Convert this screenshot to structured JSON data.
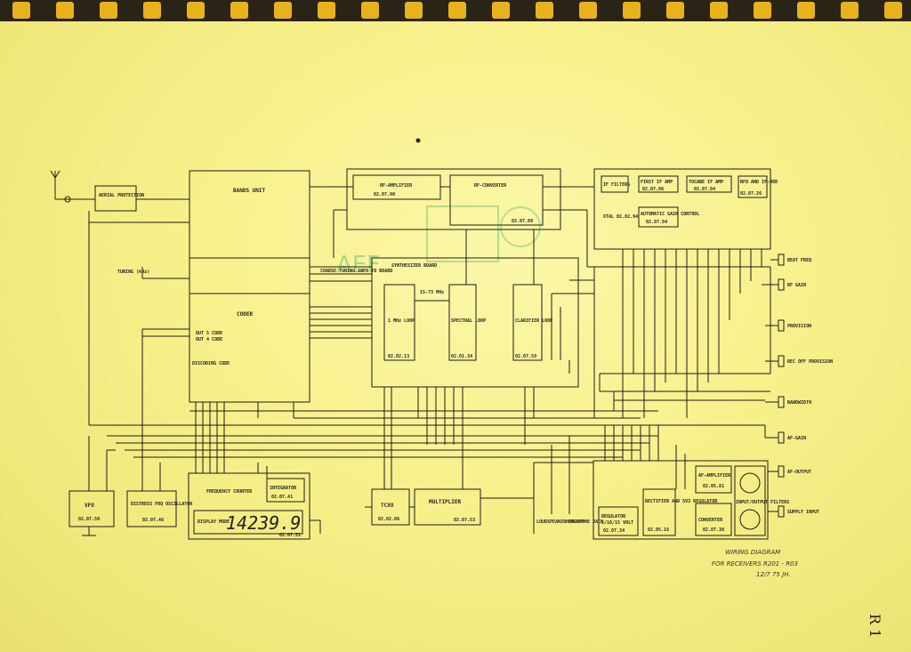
{
  "page": {
    "paper_color": "#f7f08a",
    "ink_color": "#1c1c1c",
    "stamp_color": "#6fbf7a",
    "binding_color": "#e8b21d",
    "page_label": "R 1"
  },
  "caption": {
    "line1": "WIRING DIAGRAM",
    "line2": "FOR RECEIVERS R201 - R03",
    "date": "12/7 75 JH."
  },
  "stamp": {
    "text": "AEF"
  },
  "blocks": {
    "aerial_protection": {
      "label": "AERIAL PROTECTION"
    },
    "bands_unit": {
      "label": "BANDS UNIT"
    },
    "coder": {
      "label": "CODER",
      "out1": "OUT 5 CODE",
      "out2": "OUT 4 CODE",
      "code_label": "DISCODING CODE"
    },
    "tuning_knob": {
      "label": "TUNING (kHz)"
    },
    "rf_amplifier": {
      "label": "RF-AMPLIFIER",
      "ref": "02.07.90"
    },
    "rf_converter": {
      "label": "RF-CONVERTER",
      "ref": "02.07.89"
    },
    "synthesizer_board": {
      "label": "SYNTHESIZER BOARD",
      "freq": "15-73 MHz",
      "coarse": "COARSE TUNING INFO TO BOARD"
    },
    "loop_1mhz": {
      "label": "1 MHz LOOP",
      "ref": "02.02.13"
    },
    "loop_spectral": {
      "label": "SPECTRAL LOOP",
      "ref": "02.01.34"
    },
    "loop_clarifier": {
      "label": "CLARIFIER LOOP",
      "ref": "02.07.59"
    },
    "if_panel": {
      "if_filters": "IF FILTERS",
      "first_if_amp": "FIRST IF AMP",
      "first_if_amp_ref": "02.07.96",
      "tocabe_if_amp": "TOCABE IF AMP",
      "tocabe_if_amp_ref": "02.07.94",
      "bfo_mod": "BFO AND IF-MOD",
      "bfo_mod_ref": "02.07.26",
      "crystal": "XTAL 02.02.94",
      "agc": "AUTOMATIC GAIN CONTROL",
      "agc_ref": "02.07.94"
    },
    "vfo": {
      "label": "VFO",
      "ref": "02.07.50"
    },
    "distress_oscillator": {
      "label": "DISTRESS FRQ OSCILLATOR",
      "ref": "02.07.46"
    },
    "frequency_counter": {
      "label": "FREQUENCY COUNTER",
      "readout": "14239.9",
      "sub": "DISPLAY MODE",
      "ref": "02.07.51",
      "integrator": "INTEGRATOR",
      "integrator_ref": "02.07.41"
    },
    "tcxo": {
      "label": "TCXO",
      "ref": "02.02.06"
    },
    "multiplier": {
      "label": "MULTIPLIER",
      "ref": "02.07.53"
    },
    "regulator": {
      "label": "REGULATOR",
      "sub": "5/10/15 VOLT",
      "ref": "02.07.34"
    },
    "rectifier": {
      "label": "RECTIFIER AND 5V3 REGULATOR",
      "ref": "02.05.16"
    },
    "af_amplifier": {
      "label": "AF-AMPLIFIER",
      "ref": "02.05.81"
    },
    "converter": {
      "label": "CONVERTER",
      "ref": "02.07.38"
    },
    "input_output": {
      "label": "INPUT/OUTPUT FILTERS"
    },
    "loudspeaker": {
      "label": "LOUDSPEAKER ON-OFF"
    },
    "headphone": {
      "label": "HEADPHONE JACK"
    }
  },
  "side_connectors": [
    {
      "name": "right-conn-1",
      "label": "BEAT FREQ"
    },
    {
      "name": "right-conn-2",
      "label": "RF GAIN"
    },
    {
      "name": "right-conn-3",
      "label": "PROVISION"
    },
    {
      "name": "right-conn-4",
      "label": "REC OFF PROVISION"
    },
    {
      "name": "right-conn-5",
      "label": "BANDWIDTH"
    },
    {
      "name": "right-conn-6",
      "label": "AF-GAIN"
    },
    {
      "name": "right-conn-7",
      "label": "AF-OUTPUT"
    },
    {
      "name": "right-conn-8",
      "label": "SUPPLY INPUT"
    }
  ]
}
